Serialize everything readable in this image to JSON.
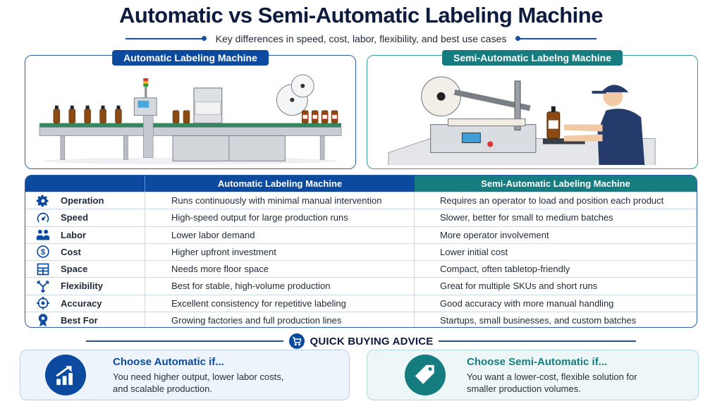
{
  "header": {
    "title": "Automatic vs Semi-Automatic Labeling Machine",
    "subtitle": "Key differences in speed, cost, labor, flexibility, and best use cases"
  },
  "panels": {
    "automatic": {
      "tag": "Automatic Labeling Machine",
      "illustration": "automatic-labeling-line-with-conveyor-and-bottles"
    },
    "semi": {
      "tag": "Semi-Automatic Labelng Machine",
      "illustration": "operator-using-tabletop-labeler"
    }
  },
  "colors": {
    "automatic": "#0b4a9e",
    "semi": "#157d80",
    "title": "#0d1b3e"
  },
  "table": {
    "headers": {
      "automatic": "Automatic Labeling Machine",
      "semi": "Semi-Automatic Labeling Machine"
    },
    "rows": [
      {
        "icon": "gear-icon",
        "label": "Operation",
        "automatic": "Runs continuously with minimal manual intervention",
        "semi": "Requires an operator to load and position each product"
      },
      {
        "icon": "speedometer-icon",
        "label": "Speed",
        "automatic": "High-speed output for large production runs",
        "semi": "Slower, better for small to medium batches"
      },
      {
        "icon": "people-icon",
        "label": "Labor",
        "automatic": "Lower labor demand",
        "semi": "More operator involvement"
      },
      {
        "icon": "dollar-icon",
        "label": "Cost",
        "automatic": "Higher upfront investment",
        "semi": "Lower initial cost"
      },
      {
        "icon": "grid-icon",
        "label": "Space",
        "automatic": "Needs more floor space",
        "semi": "Compact, often tabletop-friendly"
      },
      {
        "icon": "split-arrows-icon",
        "label": "Flexibility",
        "automatic": "Best for stable, high-volume production",
        "semi": "Great for multiple SKUs and short runs"
      },
      {
        "icon": "target-icon",
        "label": "Accuracy",
        "automatic": "Excellent consistency for repetitive labeling",
        "semi": "Good accuracy with more manual handling"
      },
      {
        "icon": "award-icon",
        "label": "Best For",
        "automatic": "Growing factories and full production lines",
        "semi": "Startups, small businesses, and custom batches"
      }
    ]
  },
  "advice": {
    "title": "QUICK BUYING ADVICE",
    "automatic": {
      "icon": "growth-chart-icon",
      "title": "Choose Automatic if...",
      "body": "You need higher output, lower labor costs, and scalable production."
    },
    "semi": {
      "icon": "tag-icon",
      "title": "Choose Semi-Automatic if...",
      "body": "You want a lower-cost, flexible solution for smaller production volumes."
    }
  }
}
